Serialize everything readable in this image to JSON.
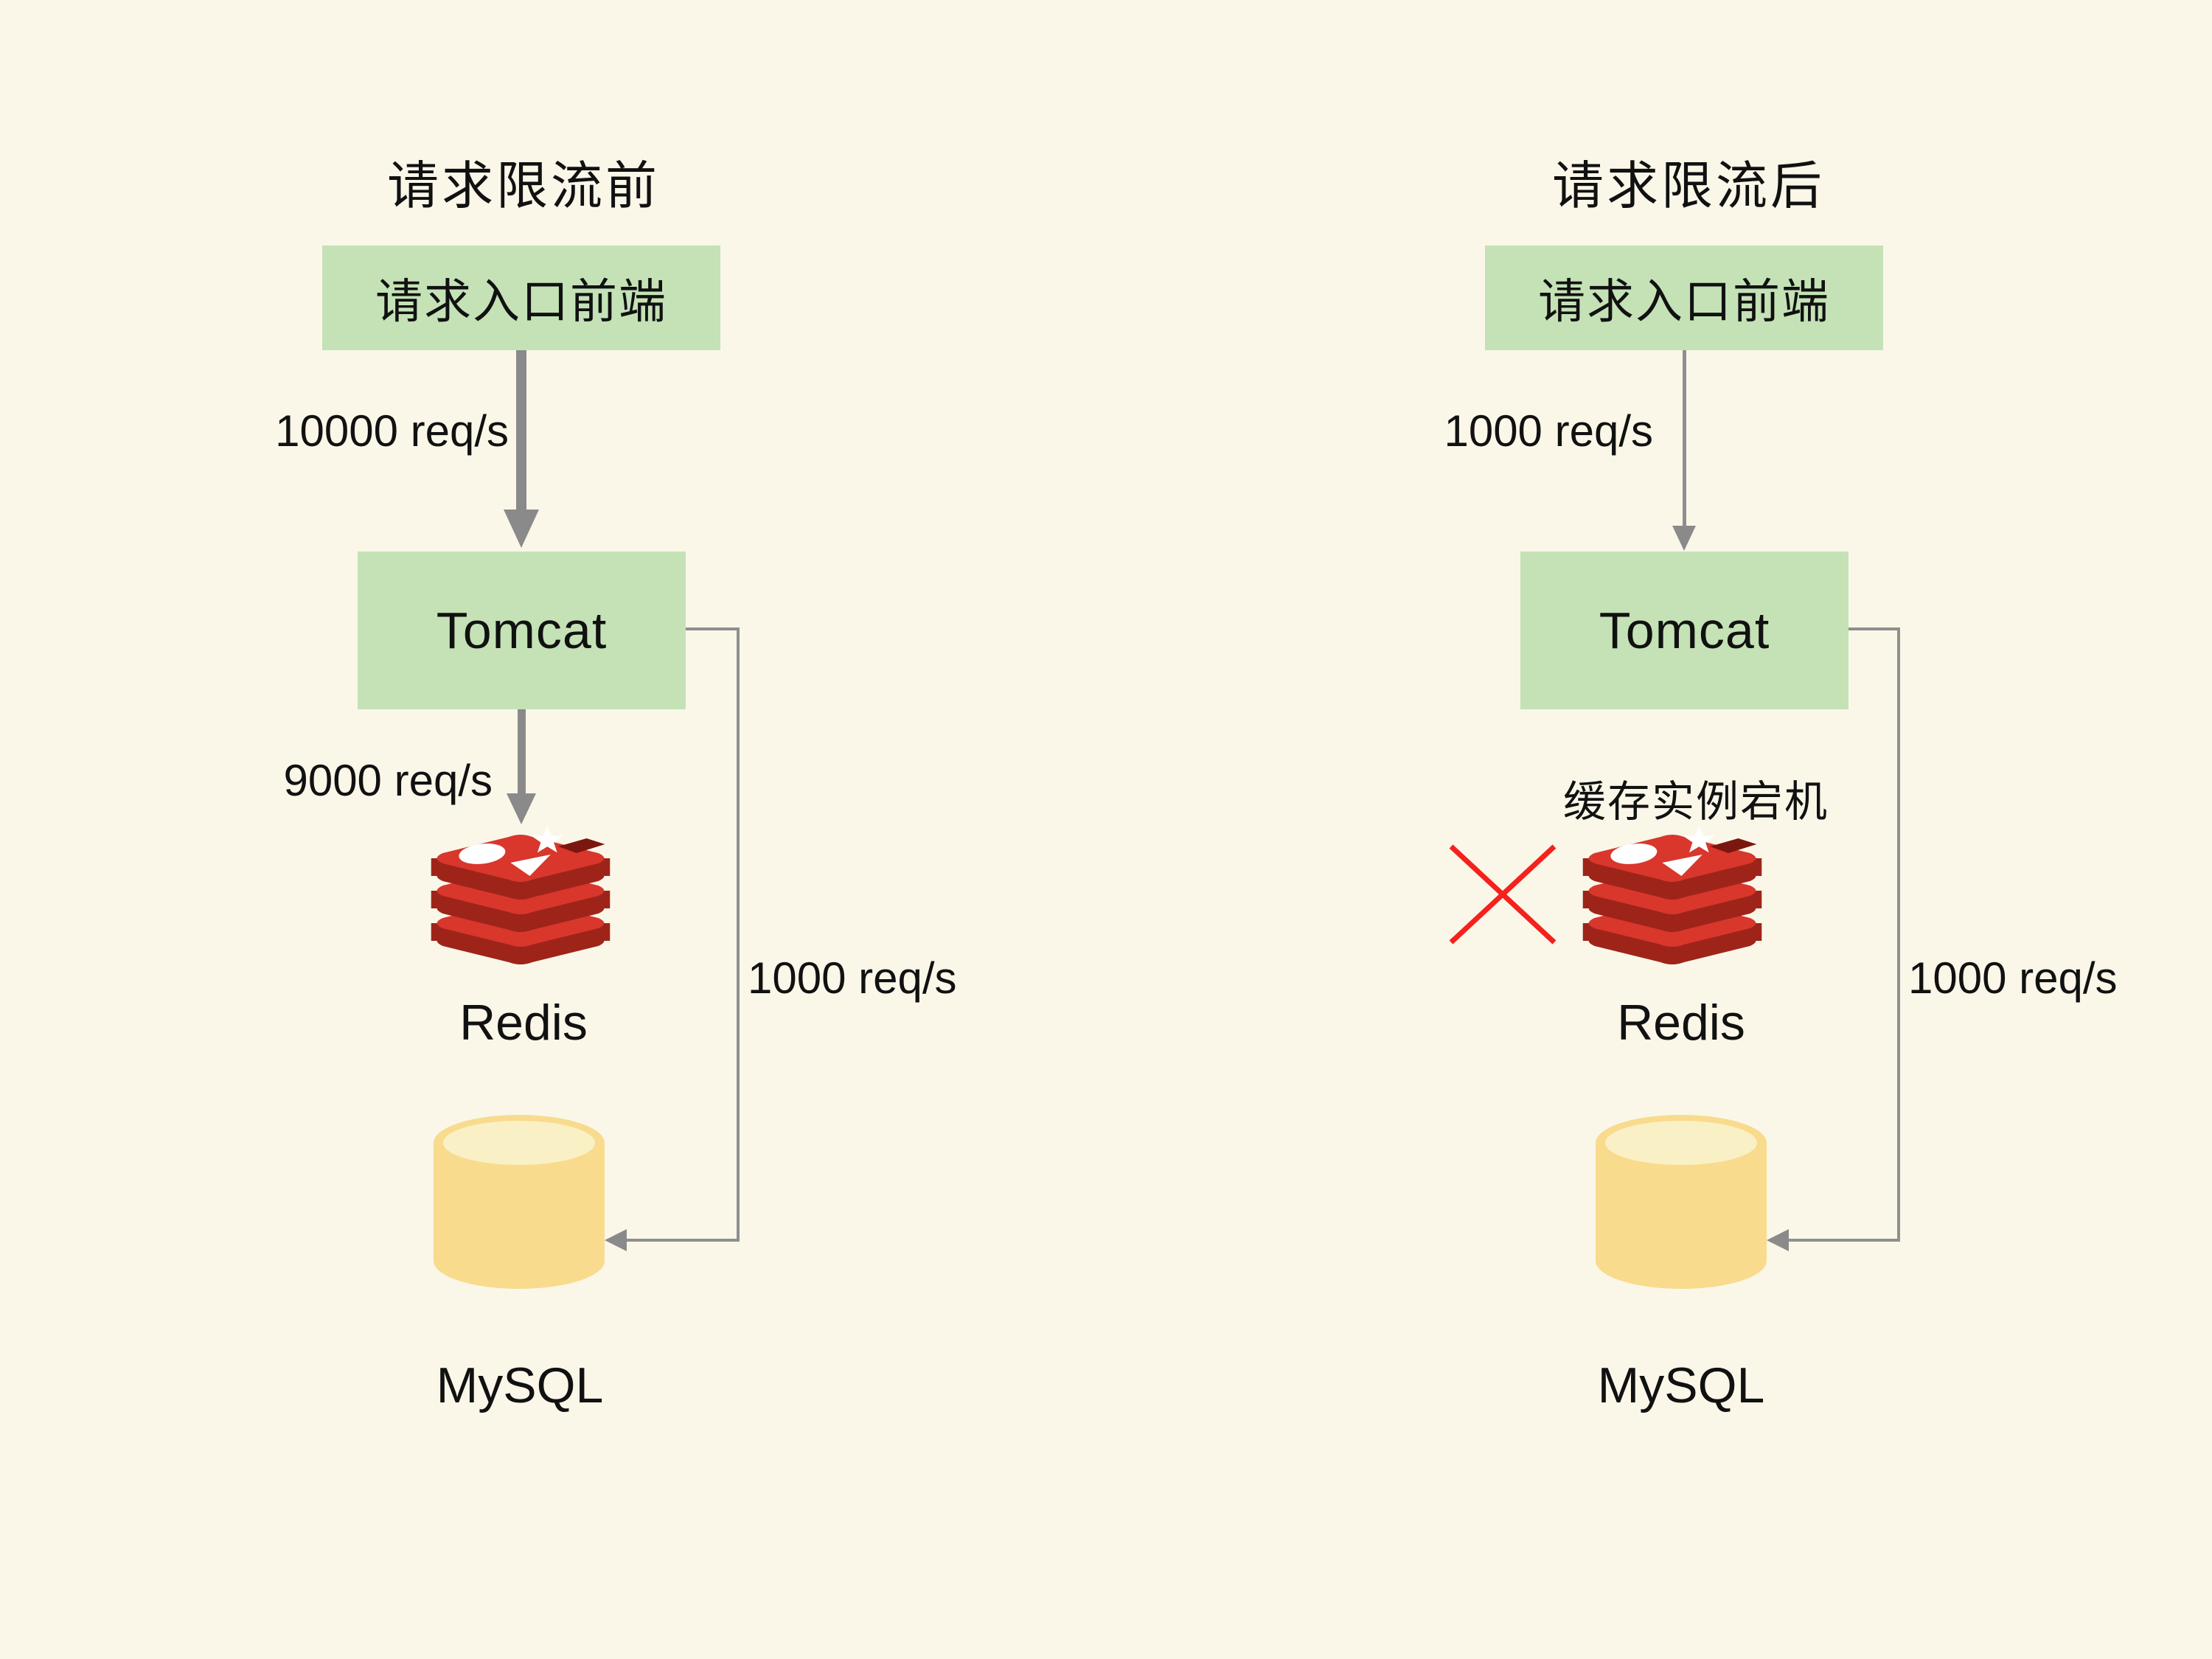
{
  "colors": {
    "background": "#FAF7E9",
    "box_green": "#C4E2B6",
    "arrow_gray": "#8A8A8A",
    "text_black": "#111111",
    "redis_red": "#D9362C",
    "redis_dark_red": "#9E241A",
    "mysql_body_yellow": "#F8DB8C",
    "mysql_top_cream": "#FAF0C6",
    "crash_x_red": "#F5211D"
  },
  "before": {
    "title": "请求限流前",
    "frontend_label": "请求入口前端",
    "ingress_rate": "10000 req/s",
    "tomcat_label": "Tomcat",
    "redis_rate": "9000 req/s",
    "redis_label": "Redis",
    "mysql_rate": "1000 req/s",
    "mysql_label": "MySQL"
  },
  "after": {
    "title": "请求限流后",
    "frontend_label": "请求入口前端",
    "ingress_rate": "1000 req/s",
    "tomcat_label": "Tomcat",
    "cache_down_note": "缓存实例宕机",
    "redis_label": "Redis",
    "mysql_rate": "1000 req/s",
    "mysql_label": "MySQL"
  }
}
